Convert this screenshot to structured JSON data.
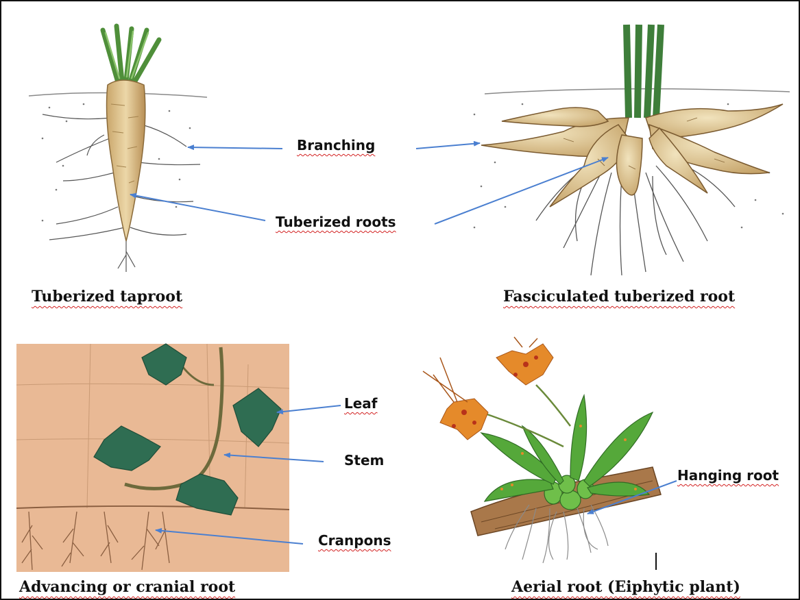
{
  "labels": {
    "branching": "Branching",
    "tuberized_roots": "Tuberized roots",
    "leaf": "Leaf",
    "stem": "Stem",
    "cranpons": "Cranpons",
    "hanging_root": "Hanging root"
  },
  "titles": {
    "taproot": "Tuberized taproot",
    "fasciculated": "Fasciculated tuberized root",
    "advancing": "Advancing or cranial root",
    "aerial": "Aerial root (Eiphytic plant)"
  },
  "colors": {
    "arrow": "#4a7fd0",
    "spellcheck_underline": "#d21f1f",
    "wall_background": "#e9b995",
    "carrot": "#e3cc9a",
    "ivy_leaf": "#2f6d52",
    "orchid_leaf": "#55a83a",
    "orchid_flower": "#e58a2a"
  }
}
